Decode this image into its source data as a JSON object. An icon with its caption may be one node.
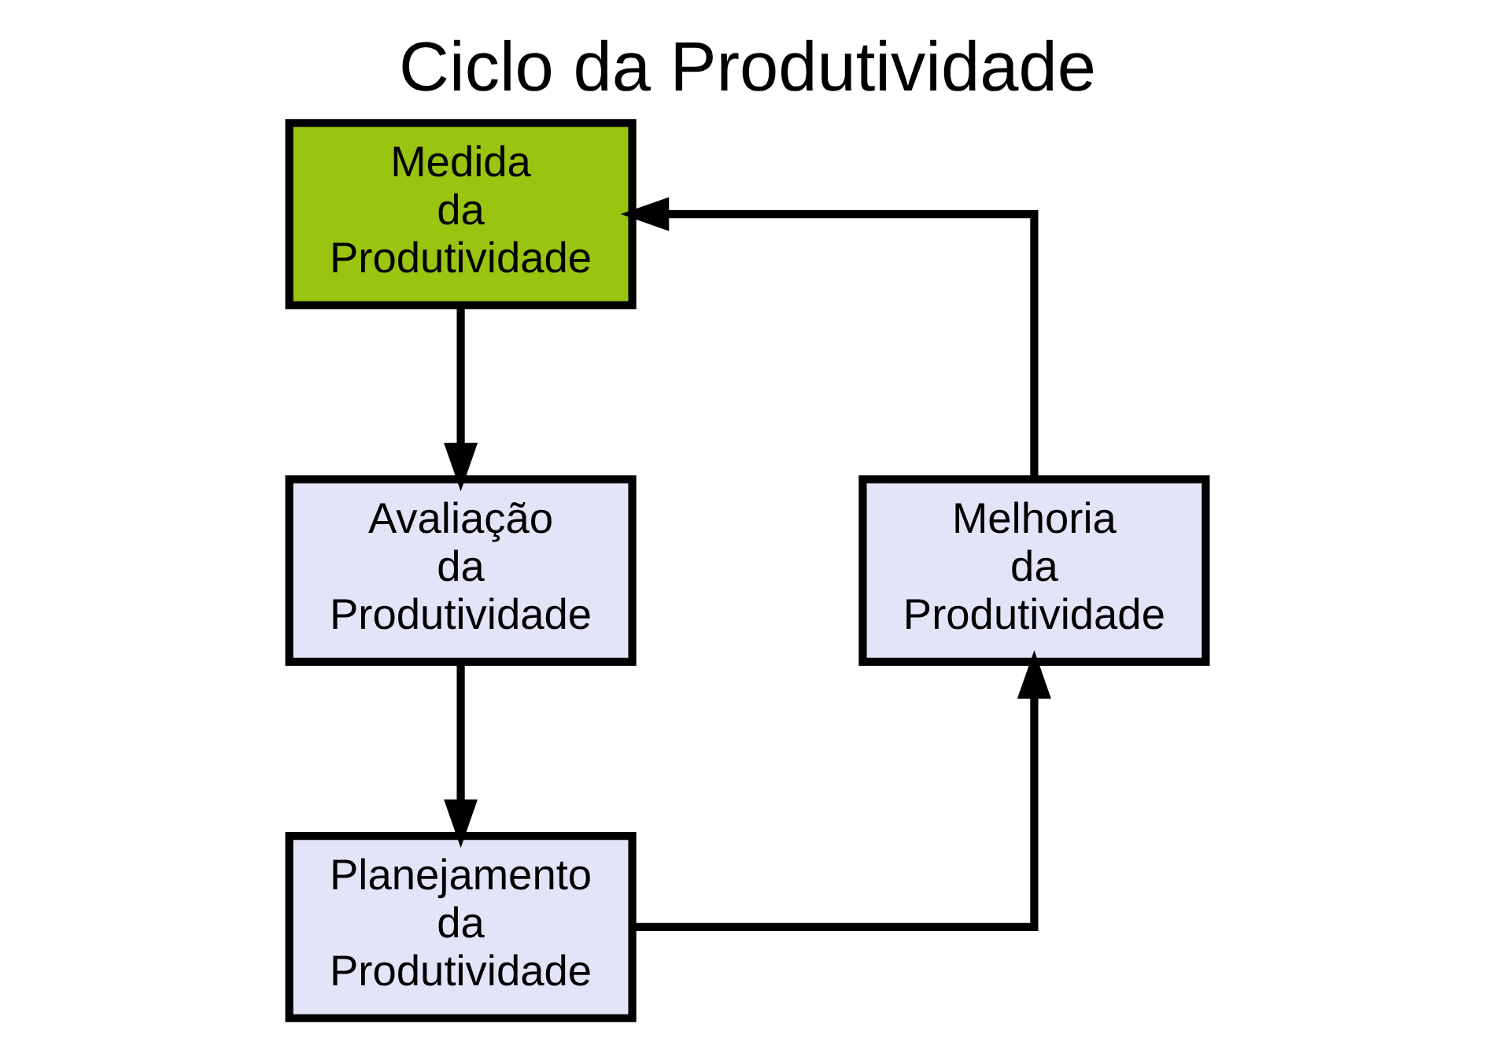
{
  "diagram": {
    "title": "Ciclo da Produtividade",
    "nodes": [
      {
        "text": [
          "Medida da Produtividade"
        ]
      },
      {
        "text": [
          "Avaliação da Produtividade"
        ]
      },
      {
        "text": [
          "Planejamento da Produtividade"
        ]
      },
      {
        "text": [
          "Melhoria da Produtividade"
        ]
      }
    ],
    "edges": [
      {
        "from": 0,
        "to": 1,
        "arrow": "to"
      },
      {
        "from": 1,
        "to": 2,
        "arrow": "to"
      },
      {
        "from": 2,
        "to": 3,
        "arrow": "to"
      },
      {
        "from": 3,
        "to": 0,
        "arrow": "to"
      }
    ]
  }
}
